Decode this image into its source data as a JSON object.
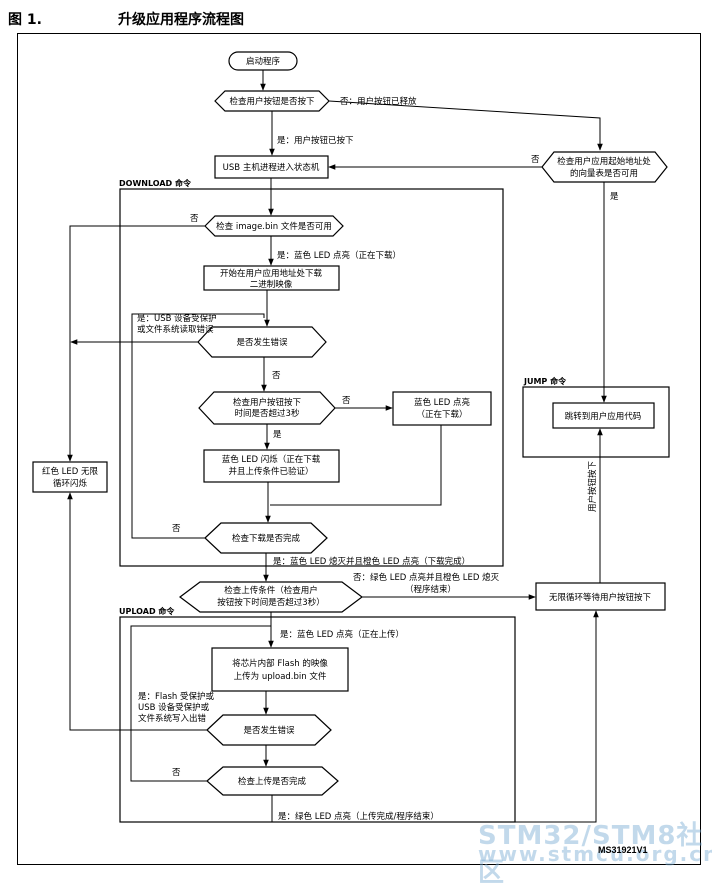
{
  "figure": {
    "number": "图 1.",
    "title": "升级应用程序流程图",
    "code": "MS31921V1"
  },
  "watermark": {
    "line1": "STM32/STM8社区",
    "line2": "www.stmcu.org.cn"
  },
  "nodes": {
    "start": "启动程序",
    "check_button": "检查用户按钮是否按下",
    "usb_host_state": "USB 主机进程进入状态机",
    "check_vector_l1": "检查用户应用起始地址处",
    "check_vector_l2": "的向量表是否可用",
    "check_image": "检查 image.bin 文件是否可用",
    "start_download_l1": "开始在用户应用地址处下载",
    "start_download_l2": "二进制映像",
    "error_dl": "是否发生错误",
    "check_3s_l1": "检查用户按钮按下",
    "check_3s_l2": "时间是否超过3秒",
    "blue_led_l1": "蓝色 LED 点亮",
    "blue_led_l2": "（正在下载）",
    "blue_blink_l1": "蓝色 LED 闪烁（正在下载",
    "blue_blink_l2": "并且上传条件已验证）",
    "check_dl_done": "检查下载是否完成",
    "red_led_l1": "红色 LED 无限",
    "red_led_l2": "循环闪烁",
    "check_upload_l1": "检查上传条件（检查用户",
    "check_upload_l2": "按钮按下时间是否超过3秒）",
    "wait_button": "无限循环等待用户按钮按下",
    "jump_code": "跳转到用户应用代码",
    "upload_img_l1": "将芯片内部 Flash 的映像",
    "upload_img_l2": "上传为 upload.bin 文件",
    "error_ul": "是否发生错误",
    "check_ul_done": "检查上传是否完成"
  },
  "sections": {
    "download": "DOWNLOAD 命令",
    "jump": "JUMP 命令",
    "upload": "UPLOAD 命令"
  },
  "labels": {
    "no_released": "否：用户按钮已释放",
    "yes_pressed": "是：用户按钮已按下",
    "no": "否",
    "yes": "是",
    "yes_blue_on": "是：蓝色 LED 点亮（正在下载）",
    "yes_usb_l1": "是：USB 设备受保护",
    "yes_usb_l2": "或文件系统读取错误",
    "yes_dl_done": "是：蓝色 LED 熄灭并且橙色 LED 点亮（下载完成）",
    "no_green_l1": "否：绿色 LED 点亮并且橙色 LED 熄灭",
    "no_green_l2": "（程序结束）",
    "yes_upload_blue": "是：蓝色 LED 点亮（正在上传）",
    "yes_flash_l1": "是：Flash 受保护或",
    "yes_flash_l2": "USB 设备受保护或",
    "yes_flash_l3": "文件系统写入出错",
    "yes_green_done": "是：绿色 LED 点亮（上传完成/程序结束）",
    "user_pressed": "用户按钮按下"
  }
}
